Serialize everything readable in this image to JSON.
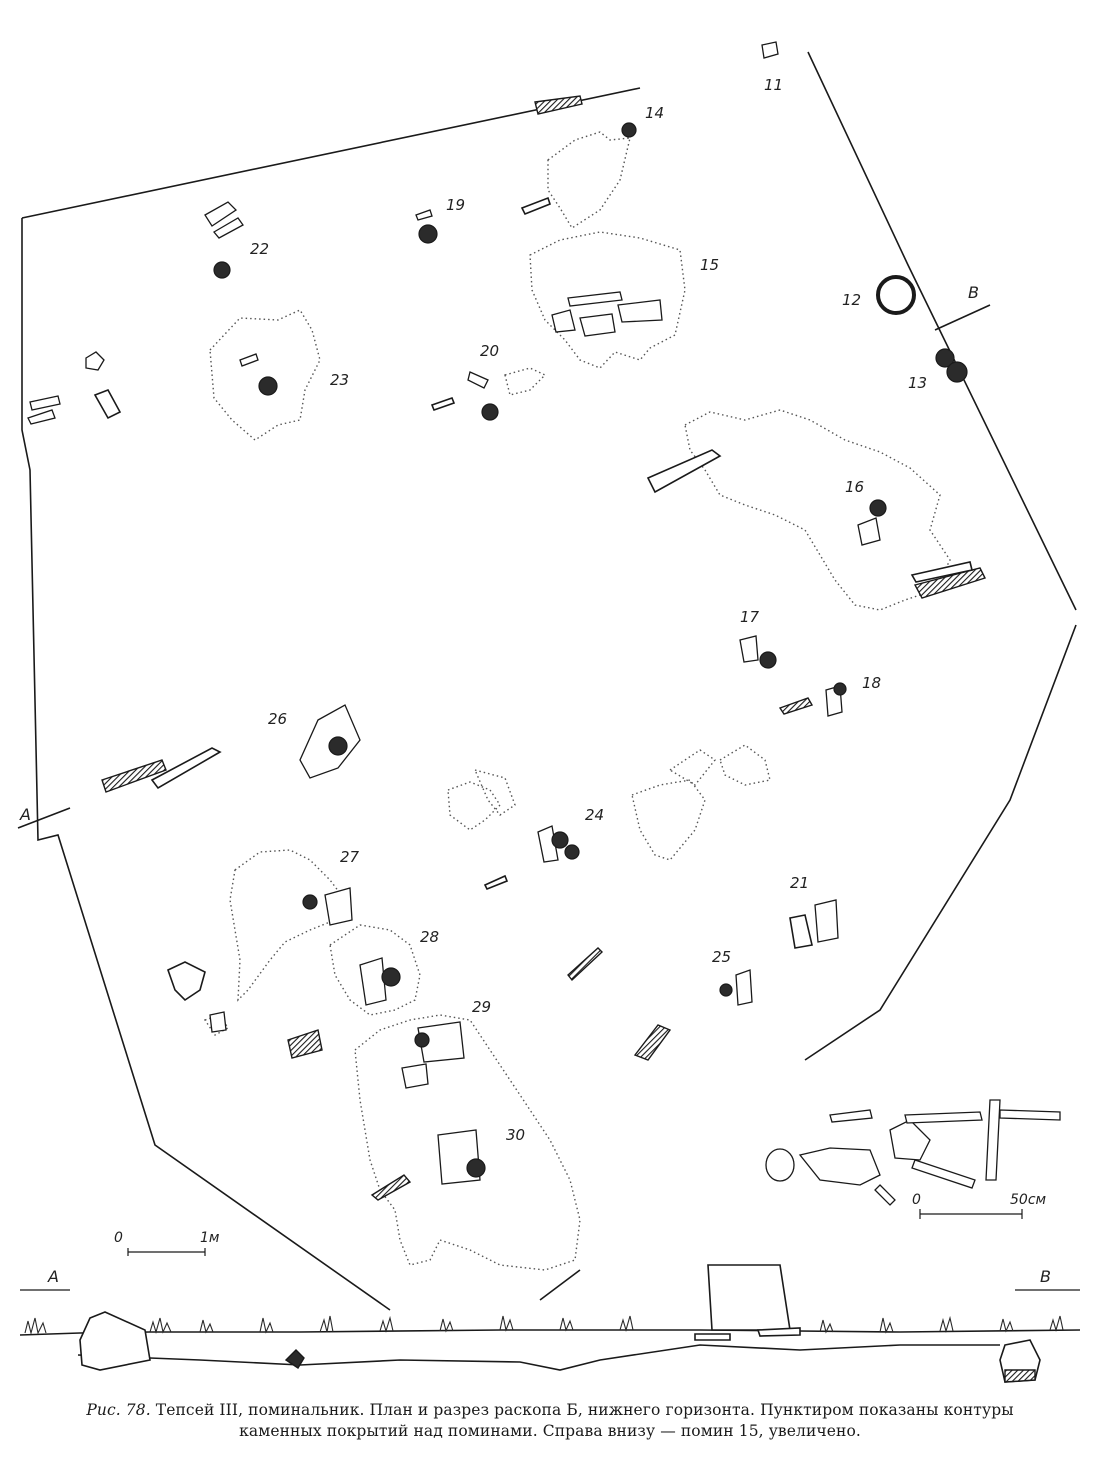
{
  "figure": {
    "caption_prefix": "Рис. 78.",
    "caption_line1": "Тепсей III, поминальник. План и разрез раскопа Б, нижнего горизонта. Пунктиром показаны контуры",
    "caption_line2": "каменных покрытий над поминами. Справа внизу — помин 15, увеличено."
  },
  "plan": {
    "numbers": [
      "11",
      "12",
      "13",
      "14",
      "15",
      "16",
      "17",
      "18",
      "19",
      "20",
      "21",
      "22",
      "23",
      "24",
      "25",
      "26",
      "27",
      "28",
      "29",
      "30"
    ],
    "section_letters": {
      "a_plan": "A",
      "b_plan": "B",
      "a_section": "A",
      "b_section": "B"
    },
    "scale_main": {
      "zero": "0",
      "end": "1м"
    },
    "scale_inset": {
      "zero": "0",
      "end": "50см"
    }
  }
}
